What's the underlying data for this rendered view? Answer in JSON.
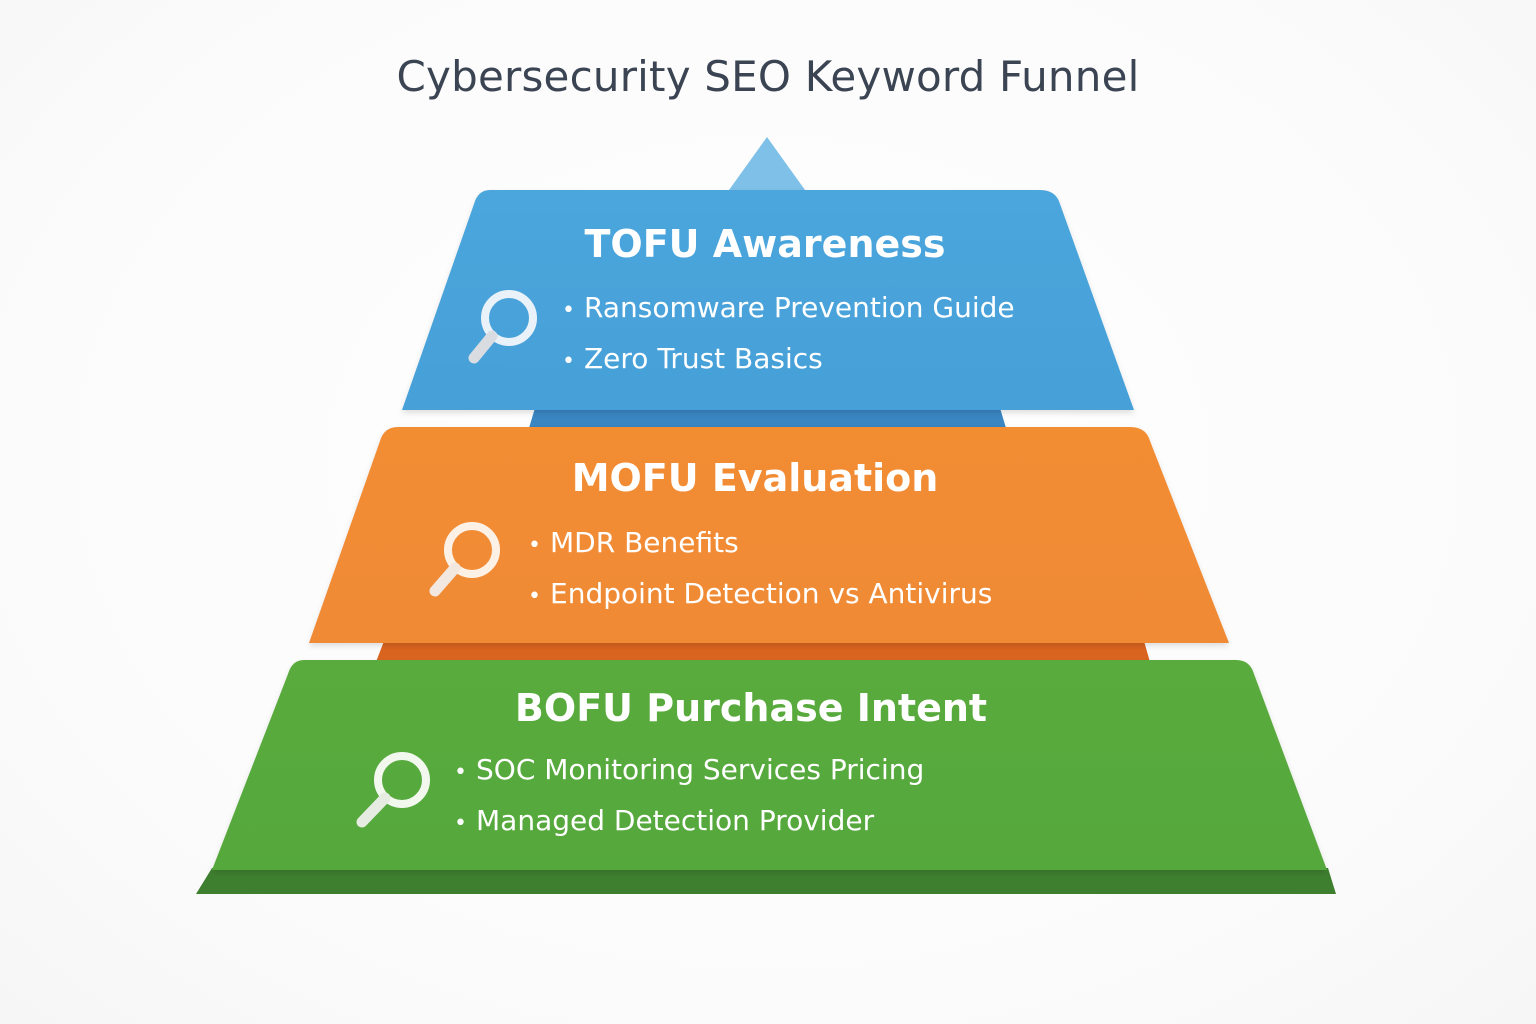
{
  "title": "Cybersecurity SEO Keyword Funnel",
  "colors": {
    "tofu": "#4aa3d9",
    "mofu": "#f28c33",
    "bofu": "#58a93d"
  },
  "tiers": [
    {
      "title": "TOFU Awareness",
      "icon": "magnifier-icon",
      "items": [
        "Ransomware Prevention Guide",
        "Zero Trust Basics"
      ]
    },
    {
      "title": "MOFU Evaluation",
      "icon": "magnifier-icon",
      "items": [
        "MDR Benefits",
        "Endpoint Detection vs Antivirus"
      ]
    },
    {
      "title": "BOFU Purchase Intent",
      "icon": "magnifier-icon",
      "items": [
        "SOC Monitoring Services Pricing",
        "Managed Detection Provider"
      ]
    }
  ]
}
